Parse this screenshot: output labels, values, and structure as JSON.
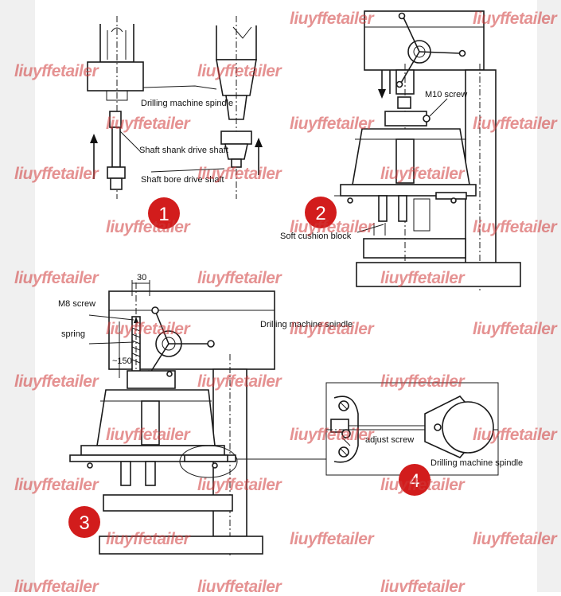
{
  "labels": {
    "drilling_machine_spindle": "Drilling machine spindle",
    "shaft_shank_drive_shaft": "Shaft shank drive shaft",
    "shaft_bore_drive_shaft": "Shaft bore drive shaft",
    "m10_screw": "M10 screw",
    "soft_cushion_block": "Soft cushion block",
    "m8_screw": "M8 screw",
    "spring": "spring",
    "dim_30": "30",
    "dim_150": "~150",
    "adjust_screw": "adjust screw"
  },
  "steps": [
    "1",
    "2",
    "3",
    "4"
  ],
  "watermark": "liuyffetailer",
  "colors": {
    "badge": "#d21c1c",
    "watermark": "#d03a3a",
    "line": "#1a1a1a"
  }
}
